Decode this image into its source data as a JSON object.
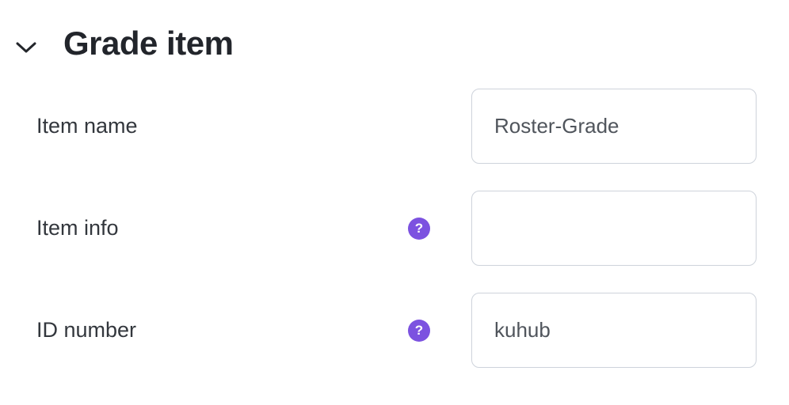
{
  "section": {
    "title": "Grade item"
  },
  "fields": [
    {
      "label": "Item name",
      "value": "Roster-Grade",
      "has_help": false
    },
    {
      "label": "Item info",
      "value": "",
      "has_help": true
    },
    {
      "label": "ID number",
      "value": "kuhub",
      "has_help": true
    }
  ],
  "help_icon": {
    "glyph": "?",
    "color": "#7c52e0"
  },
  "colors": {
    "accent": "#7c52e0",
    "heading_text": "#22252b",
    "label_text": "#33373d",
    "input_text": "#50555c",
    "input_border": "#ced3db"
  }
}
